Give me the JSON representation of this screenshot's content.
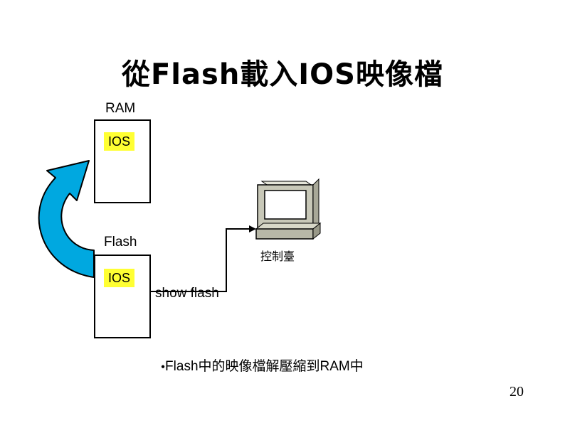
{
  "title": "從Flash載入IOS映像檔",
  "ram": {
    "label": "RAM",
    "image_label": "IOS"
  },
  "flash": {
    "label": "Flash",
    "image_label": "IOS"
  },
  "console": {
    "label": "控制臺"
  },
  "command": {
    "text": "show flash"
  },
  "bullet": {
    "symbol": "●",
    "text": "Flash中的映像檔解壓縮到RAM中"
  },
  "page_number": "20",
  "colors": {
    "arrow": "#00a8e0",
    "highlight": "#ffff33",
    "terminal": "#c8c8b8"
  },
  "icons": {
    "arrow": "curved-arrow-icon",
    "terminal": "computer-terminal-icon"
  }
}
